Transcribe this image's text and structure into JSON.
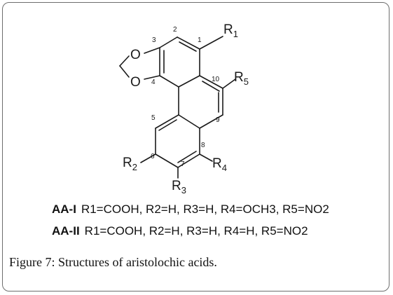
{
  "structure": {
    "atoms": {
      "o_top": "O",
      "o_bottom": "O",
      "r1": "R",
      "r1_sub": "1",
      "r5": "R",
      "r5_sub": "5",
      "r4": "R",
      "r4_sub": "4",
      "r2": "R",
      "r2_sub": "2",
      "r3": "R",
      "r3_sub": "3"
    },
    "positions": {
      "p1": "1",
      "p2": "2",
      "p3": "3",
      "p4": "4",
      "p5": "5",
      "p6": "6",
      "p7": "7",
      "p8": "8",
      "p9": "9",
      "p10": "10"
    }
  },
  "compounds": [
    {
      "name": "AA-I",
      "formula": "R1=COOH, R2=H, R3=H, R4=OCH3, R5=NO2"
    },
    {
      "name": "AA-II",
      "formula": "R1=COOH, R2=H, R3=H, R4=H, R5=NO2"
    }
  ],
  "caption": {
    "label": "Figure 7",
    "text": ": Structures of aristolochic acids."
  }
}
